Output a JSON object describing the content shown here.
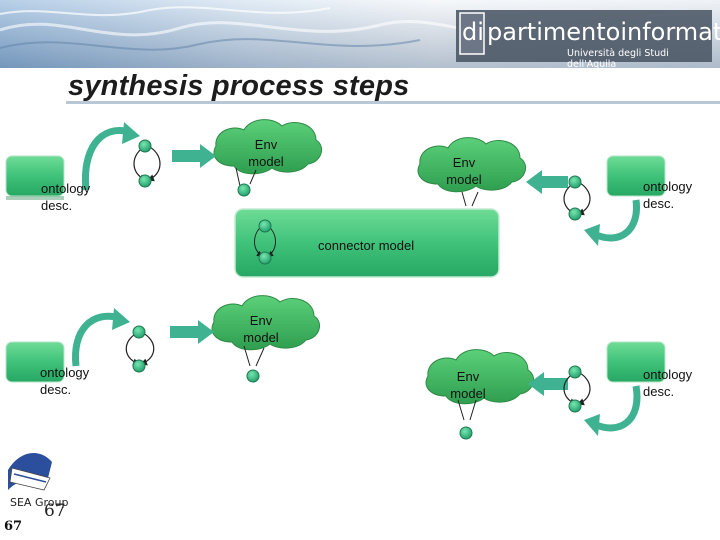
{
  "header": {
    "logo_prefix": "di",
    "logo_main": "partimentoinformatica",
    "logo_sub": "Università degli Studi dell'Aquila"
  },
  "slide": {
    "title": "synthesis process steps"
  },
  "diagram": {
    "top_left_ontology": "ontology\ndesc.",
    "top_env_a": "Env\nmodel",
    "top_env_b": "Env\nmodel",
    "top_right_ontology": "ontology\ndesc.",
    "connector_model": "connector model",
    "bottom_left_ontology": "ontology\ndesc.",
    "bottom_env_a": "Env\nmodel",
    "bottom_env_b": "Env\nmodel",
    "bottom_right_ontology": "ontology\ndesc."
  },
  "footer": {
    "group_label": "SEA Group",
    "page_number_a": "67",
    "page_number_b": "67"
  },
  "colors": {
    "node_green": "#2fb07a",
    "box_green": "#43c87d",
    "cloud_green": "#3fba62",
    "arrow_teal": "#3fb292"
  }
}
